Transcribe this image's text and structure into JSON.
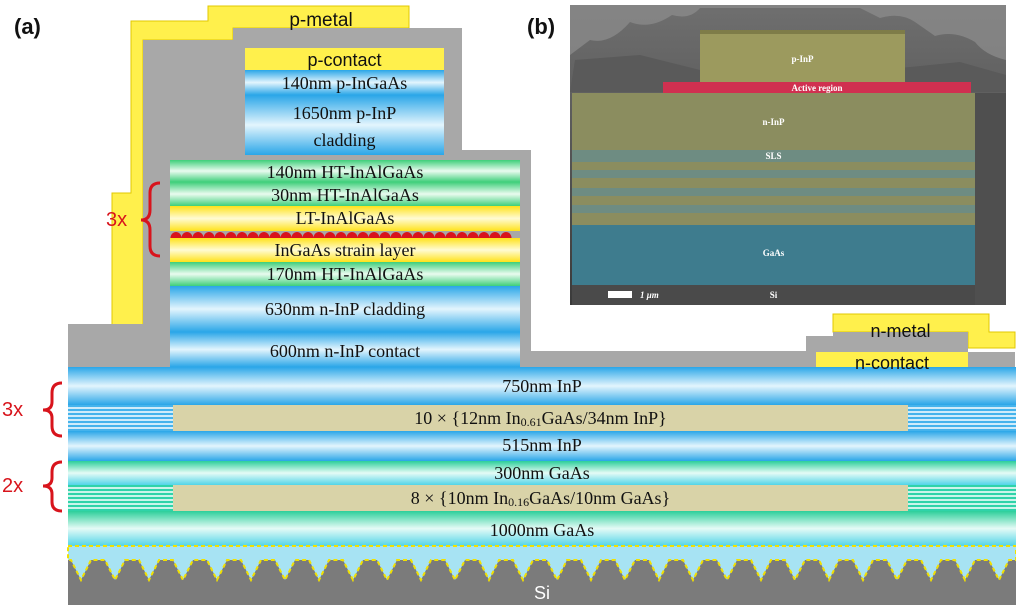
{
  "panel_a": {
    "tag": "(a)",
    "labels": {
      "p_metal": "p-metal",
      "p_contact": "p-contact",
      "p_ingaas": "140nm p-InGaAs",
      "p_inp_line1": "1650nm p-InP",
      "p_inp_line2": "cladding",
      "ht_inalgaas_140": "140nm HT-InAlGaAs",
      "ht_inalgaas_30": "30nm HT-InAlGaAs",
      "lt_inalgaas": "LT-InAlGaAs",
      "ingaas_strain": "InGaAs strain layer",
      "ht_inalgaas_170": "170nm HT-InAlGaAs",
      "n_inp_cladding": "630nm n-InP cladding",
      "n_inp_contact": "600nm n-InP contact",
      "n_metal": "n-metal",
      "n_contact": "n-contact",
      "inp_750": "750nm InP",
      "sls1_prefix": "10 × {12nm In",
      "sls1_sub": "0.61",
      "sls1_suffix": "GaAs/34nm InP}",
      "inp_515": "515nm InP",
      "gaas_300": "300nm GaAs",
      "sls2_prefix": "8 × {10nm In",
      "sls2_sub": "0.16",
      "sls2_suffix": "GaAs/10nm GaAs}",
      "gaas_1000": "1000nm GaAs",
      "si": "Si"
    },
    "repeat_marks": {
      "qw_stack": "3x",
      "sls_inp": "3x",
      "sls_gaas": "2x"
    }
  },
  "panel_b": {
    "tag": "(b)",
    "labels": {
      "p_inp": "p-InP",
      "active": "Active region",
      "n_inp": "n-InP",
      "sls": "SLS",
      "gaas": "GaAs",
      "si": "Si",
      "scale": "1 μm"
    }
  },
  "colors": {
    "metal": "#fff04c",
    "passivation": "#a8a8a8",
    "red": "#d8141c",
    "sls_block": "#d9d3a8",
    "si": "#7b7b7b"
  }
}
